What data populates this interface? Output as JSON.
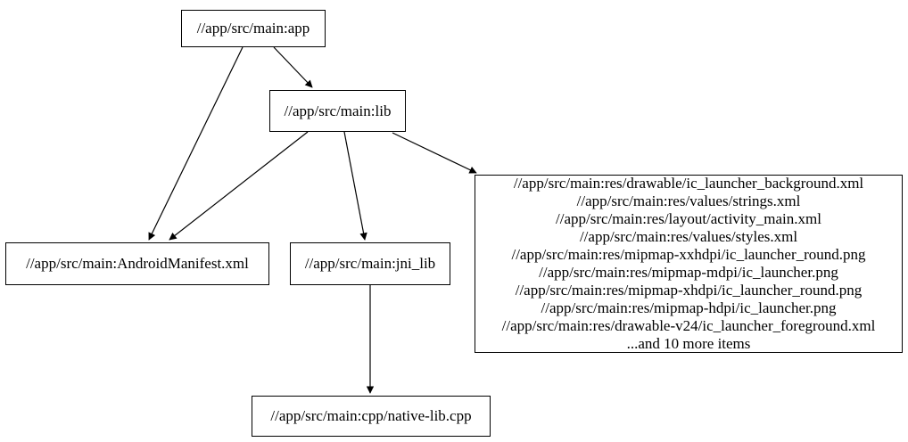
{
  "diagram": {
    "type": "dependency-graph",
    "background_color": "#ffffff",
    "node_border_color": "#000000",
    "edge_color": "#000000",
    "text_color": "#000000",
    "nodes": {
      "app": {
        "label": "//app/src/main:app"
      },
      "lib": {
        "label": "//app/src/main:lib"
      },
      "manifest": {
        "label": "//app/src/main:AndroidManifest.xml"
      },
      "jni_lib": {
        "label": "//app/src/main:jni_lib"
      },
      "resources": {
        "lines": [
          "//app/src/main:res/drawable/ic_launcher_background.xml",
          "//app/src/main:res/values/strings.xml",
          "//app/src/main:res/layout/activity_main.xml",
          "//app/src/main:res/values/styles.xml",
          "//app/src/main:res/mipmap-xxhdpi/ic_launcher_round.png",
          "//app/src/main:res/mipmap-mdpi/ic_launcher.png",
          "//app/src/main:res/mipmap-xhdpi/ic_launcher_round.png",
          "//app/src/main:res/mipmap-hdpi/ic_launcher.png",
          "//app/src/main:res/drawable-v24/ic_launcher_foreground.xml",
          "...and 10 more items"
        ]
      },
      "native_lib": {
        "label": "//app/src/main:cpp/native-lib.cpp"
      }
    },
    "edges": [
      {
        "from": "app",
        "to": "manifest"
      },
      {
        "from": "app",
        "to": "lib"
      },
      {
        "from": "lib",
        "to": "manifest"
      },
      {
        "from": "lib",
        "to": "jni_lib"
      },
      {
        "from": "lib",
        "to": "resources"
      },
      {
        "from": "jni_lib",
        "to": "native_lib"
      }
    ]
  }
}
